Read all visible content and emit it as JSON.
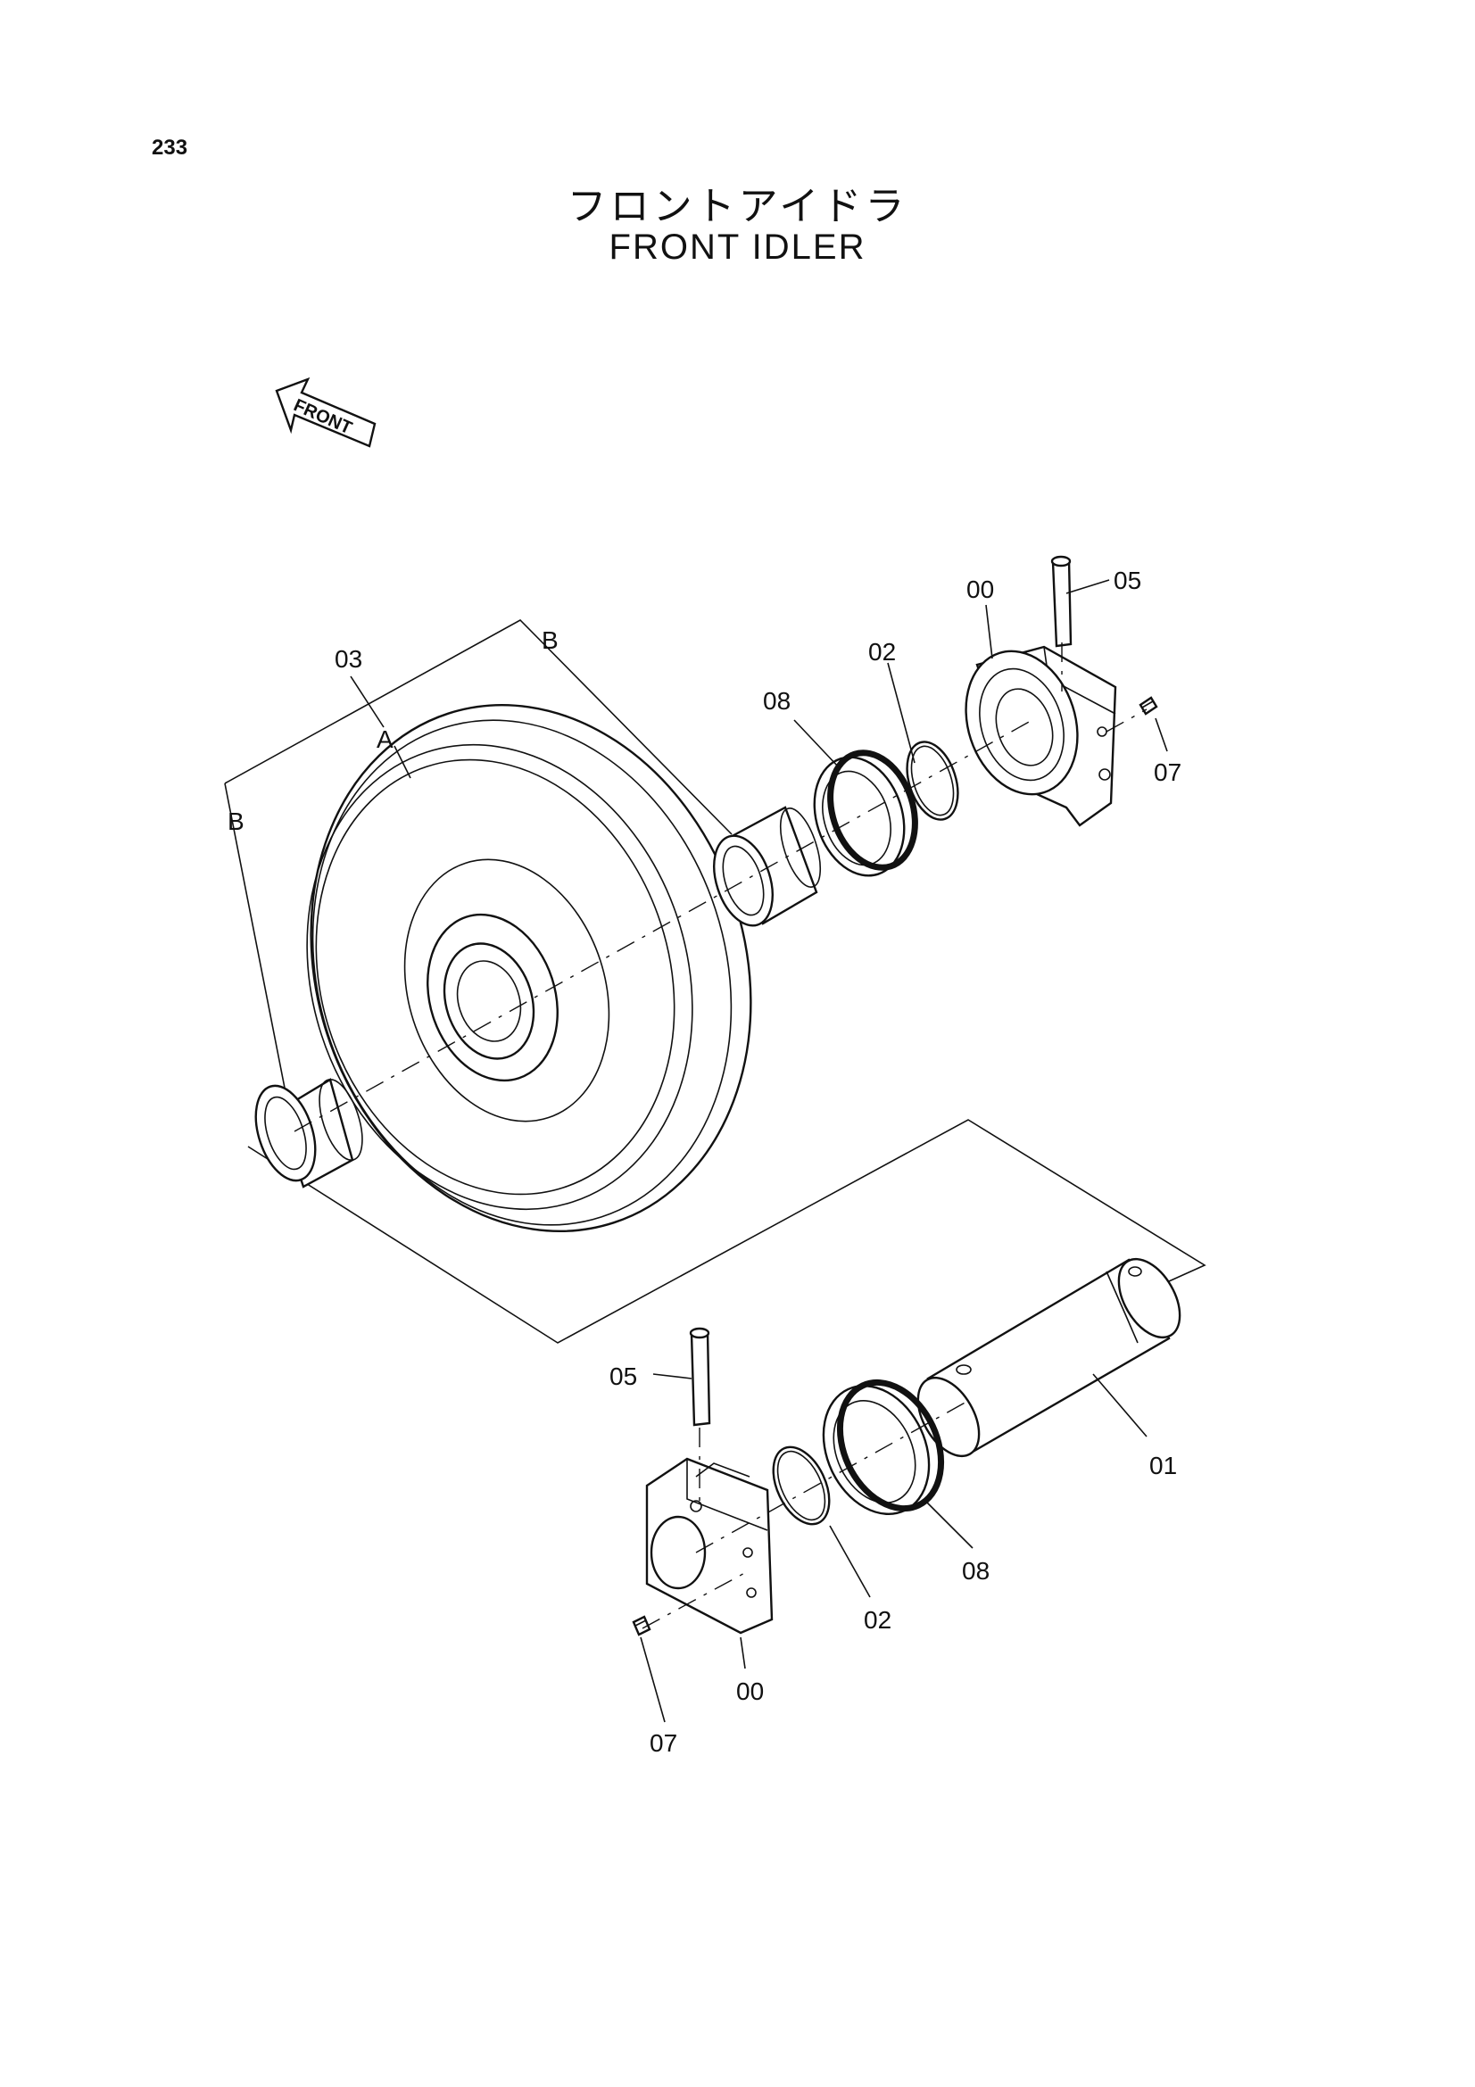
{
  "page": {
    "number": "233"
  },
  "title": {
    "japanese": "フロントアイドラ",
    "english": "FRONT IDLER"
  },
  "direction_marker": {
    "text": "FRONT"
  },
  "callouts": {
    "housing_top": "00",
    "pin_top": "05",
    "oring_top": "02",
    "seal_top": "08",
    "screw_top": "07",
    "idler_wheel": "03",
    "marker_a": "A",
    "marker_b_top": "B",
    "marker_b_left": "B",
    "pin_bottom": "05",
    "shaft": "01",
    "seal_bottom": "08",
    "oring_bottom": "02",
    "housing_bottom": "00",
    "screw_bottom": "07"
  }
}
